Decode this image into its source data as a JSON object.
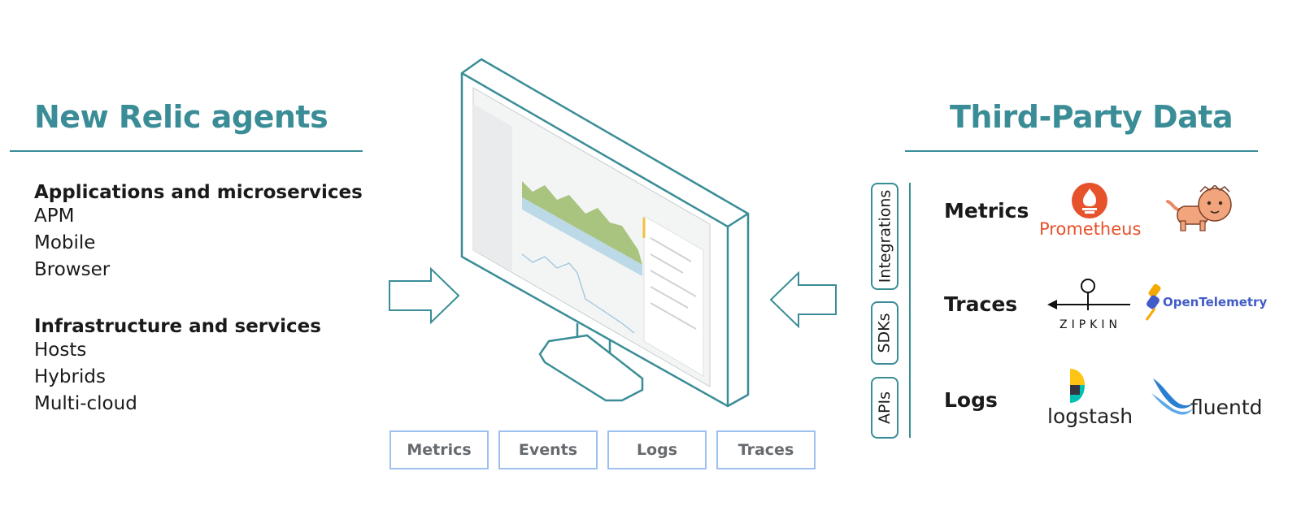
{
  "left": {
    "title": "New Relic agents",
    "groups": [
      {
        "heading": "Applications and microservices",
        "items": [
          "APM",
          "Mobile",
          "Browser"
        ]
      },
      {
        "heading": "Infrastructure and services",
        "items": [
          "Hosts",
          "Hybrids",
          "Multi-cloud"
        ]
      }
    ]
  },
  "center": {
    "data_types": [
      "Metrics",
      "Events",
      "Logs",
      "Traces"
    ]
  },
  "right": {
    "title": "Third-Party Data",
    "sources": [
      "Integrations",
      "SDKs",
      "APIs"
    ],
    "rows": [
      {
        "label": "Metrics",
        "logos": [
          "Prometheus",
          ""
        ]
      },
      {
        "label": "Traces",
        "logos": [
          "ZIPKIN",
          "OpenTelemetry"
        ]
      },
      {
        "label": "Logs",
        "logos": [
          "logstash",
          "fluentd"
        ]
      }
    ]
  },
  "colors": {
    "accent": "#3a8d96",
    "pill_border": "#9ec0ef",
    "chart_green": "#a9c47f",
    "chart_blue": "#bcd9e8",
    "prometheus": "#e6522c"
  }
}
